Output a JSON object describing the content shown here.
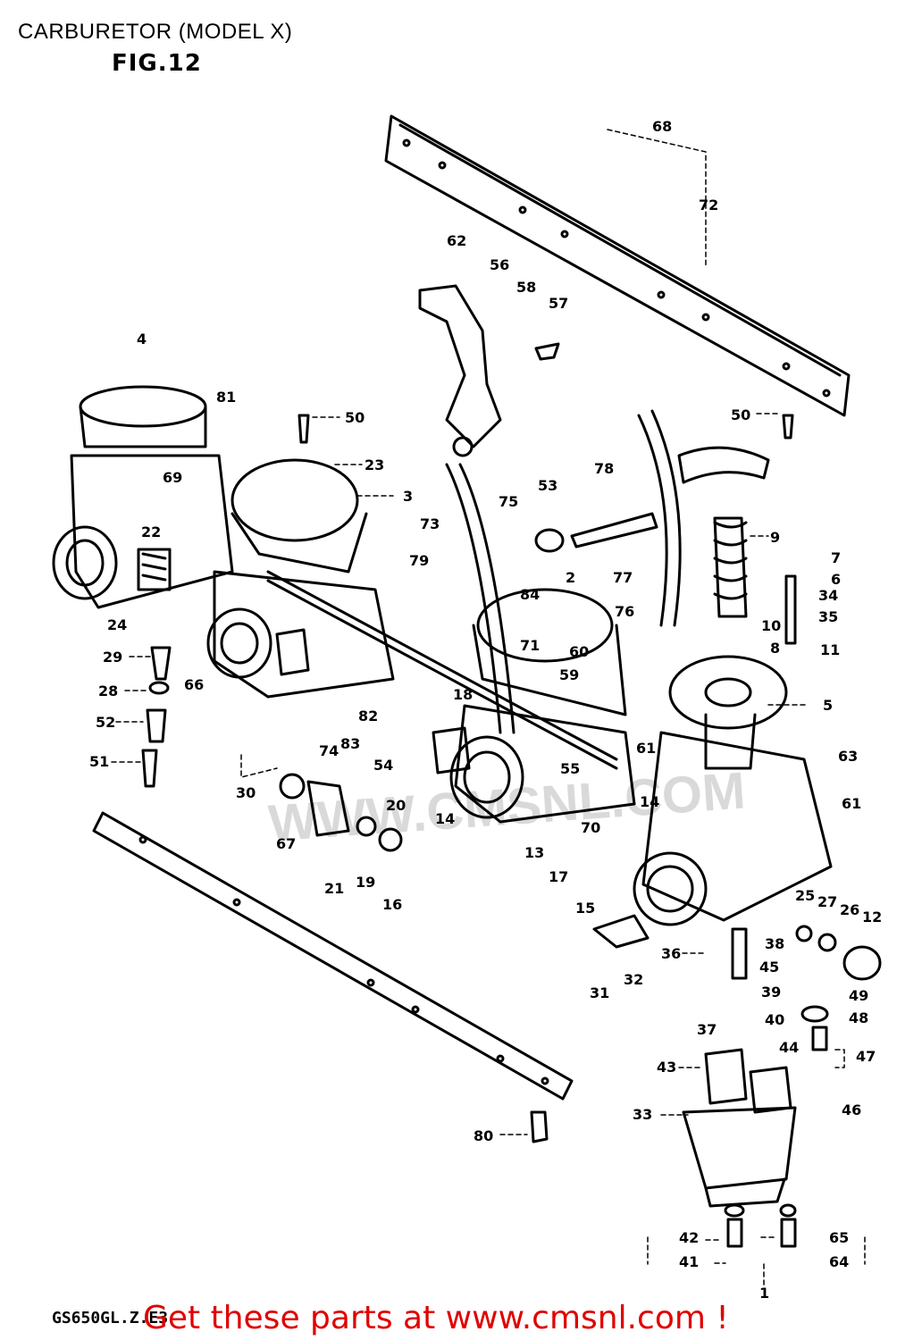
{
  "header": {
    "title": "CARBURETOR (MODEL X)",
    "figure": "FIG.12"
  },
  "watermark": {
    "text": "WWW.CMSNL.COM"
  },
  "footer": {
    "model_code": "GS650GL.Z.E3",
    "call_to_action": "Get these parts at www.cmsnl.com !"
  },
  "colors": {
    "ink": "#000000",
    "cta": "#e00000",
    "watermark": "#d9d9d9",
    "background": "#ffffff"
  },
  "callouts": [
    {
      "id": "c68",
      "text": "68"
    },
    {
      "id": "c72",
      "text": "72"
    },
    {
      "id": "c62",
      "text": "62"
    },
    {
      "id": "c56",
      "text": "56"
    },
    {
      "id": "c58",
      "text": "58"
    },
    {
      "id": "c57",
      "text": "57"
    },
    {
      "id": "c4",
      "text": "4"
    },
    {
      "id": "c81",
      "text": "81"
    },
    {
      "id": "c50a",
      "text": "50"
    },
    {
      "id": "c50b",
      "text": "50"
    },
    {
      "id": "c23",
      "text": "23"
    },
    {
      "id": "c69",
      "text": "69"
    },
    {
      "id": "c3",
      "text": "3"
    },
    {
      "id": "c53",
      "text": "53"
    },
    {
      "id": "c78",
      "text": "78"
    },
    {
      "id": "c75",
      "text": "75"
    },
    {
      "id": "c73",
      "text": "73"
    },
    {
      "id": "c9",
      "text": "9"
    },
    {
      "id": "c22",
      "text": "22"
    },
    {
      "id": "c7",
      "text": "7"
    },
    {
      "id": "c6",
      "text": "6"
    },
    {
      "id": "c79",
      "text": "79"
    },
    {
      "id": "c84",
      "text": "84"
    },
    {
      "id": "c2",
      "text": "2"
    },
    {
      "id": "c77",
      "text": "77"
    },
    {
      "id": "c34",
      "text": "34"
    },
    {
      "id": "c35",
      "text": "35"
    },
    {
      "id": "c24",
      "text": "24"
    },
    {
      "id": "c76",
      "text": "76"
    },
    {
      "id": "c10",
      "text": "10"
    },
    {
      "id": "c8",
      "text": "8"
    },
    {
      "id": "c11",
      "text": "11"
    },
    {
      "id": "c29",
      "text": "29"
    },
    {
      "id": "c66",
      "text": "66"
    },
    {
      "id": "c71",
      "text": "71"
    },
    {
      "id": "c60",
      "text": "60"
    },
    {
      "id": "c59",
      "text": "59"
    },
    {
      "id": "c28",
      "text": "28"
    },
    {
      "id": "c18",
      "text": "18"
    },
    {
      "id": "c52",
      "text": "52"
    },
    {
      "id": "c82",
      "text": "82"
    },
    {
      "id": "c5",
      "text": "5"
    },
    {
      "id": "c74",
      "text": "74"
    },
    {
      "id": "c83",
      "text": "83"
    },
    {
      "id": "c51",
      "text": "51"
    },
    {
      "id": "c54",
      "text": "54"
    },
    {
      "id": "c61",
      "text": "61"
    },
    {
      "id": "c55",
      "text": "55"
    },
    {
      "id": "c63",
      "text": "63"
    },
    {
      "id": "c30",
      "text": "30"
    },
    {
      "id": "c20",
      "text": "20"
    },
    {
      "id": "c14a",
      "text": "14"
    },
    {
      "id": "c14b",
      "text": "14"
    },
    {
      "id": "c61b",
      "text": "61"
    },
    {
      "id": "c67",
      "text": "67"
    },
    {
      "id": "c70",
      "text": "70"
    },
    {
      "id": "c13",
      "text": "13"
    },
    {
      "id": "c21",
      "text": "21"
    },
    {
      "id": "c19",
      "text": "19"
    },
    {
      "id": "c16",
      "text": "16"
    },
    {
      "id": "c17",
      "text": "17"
    },
    {
      "id": "c15",
      "text": "15"
    },
    {
      "id": "c25",
      "text": "25"
    },
    {
      "id": "c27",
      "text": "27"
    },
    {
      "id": "c26",
      "text": "26"
    },
    {
      "id": "c12",
      "text": "12"
    },
    {
      "id": "c36",
      "text": "36"
    },
    {
      "id": "c38",
      "text": "38"
    },
    {
      "id": "c45",
      "text": "45"
    },
    {
      "id": "c31",
      "text": "31"
    },
    {
      "id": "c32",
      "text": "32"
    },
    {
      "id": "c39",
      "text": "39"
    },
    {
      "id": "c49",
      "text": "49"
    },
    {
      "id": "c37",
      "text": "37"
    },
    {
      "id": "c40",
      "text": "40"
    },
    {
      "id": "c48",
      "text": "48"
    },
    {
      "id": "c44",
      "text": "44"
    },
    {
      "id": "c47a",
      "text": "47"
    },
    {
      "id": "c43",
      "text": "43"
    },
    {
      "id": "c33",
      "text": "33"
    },
    {
      "id": "c46",
      "text": "46"
    },
    {
      "id": "c80",
      "text": "80"
    },
    {
      "id": "c42",
      "text": "42"
    },
    {
      "id": "c65",
      "text": "65"
    },
    {
      "id": "c41",
      "text": "41"
    },
    {
      "id": "c64",
      "text": "64"
    },
    {
      "id": "c1",
      "text": "1"
    }
  ]
}
